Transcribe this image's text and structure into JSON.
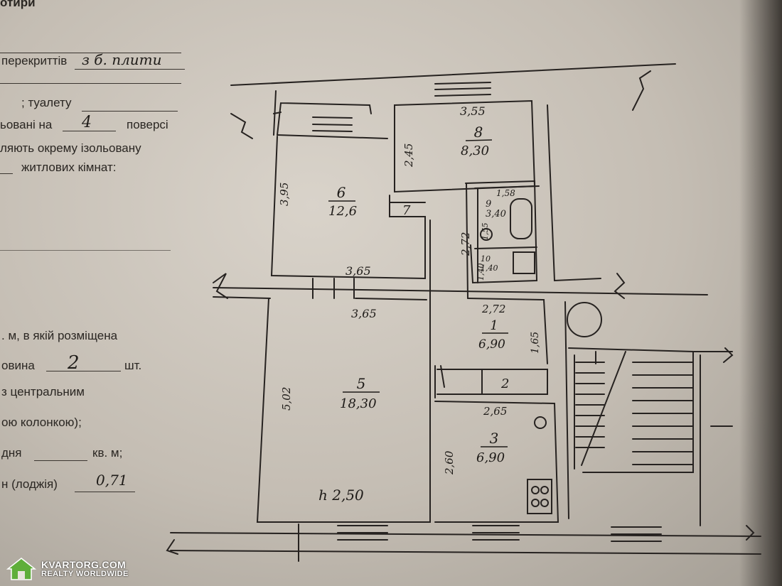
{
  "form": {
    "line_top": "отири",
    "line_overlap_label": "перекриттів",
    "line_overlap_value": "з б. плити",
    "line_toilet_label": "; туалету",
    "line_floor_prefix": "ьовані на",
    "line_floor_value": "4",
    "line_floor_suffix": "поверсі",
    "line_isolated": "ляють окрему ізольовану",
    "line_rooms": "житлових кімнат:",
    "line_area": ". м, в якій розміщена",
    "line_half_prefix": "овина",
    "line_half_value": "2",
    "line_half_suffix": "шт.",
    "line_central": "з центральним",
    "line_column": "ою колонкою);",
    "line_day_prefix": "дня",
    "line_day_suffix": "кв. м;",
    "line_loggia_prefix": "н (лоджія)",
    "line_loggia_value": "0,71"
  },
  "plan": {
    "rooms": [
      {
        "id": "8",
        "area": "8,30",
        "dim_w": "3,55",
        "dim_h": "2,45"
      },
      {
        "id": "6",
        "area": "12,6",
        "dim_w": "3,65",
        "dim_h": "3,95"
      },
      {
        "id": "7"
      },
      {
        "id": "9",
        "area": "3,40",
        "dim_w": "1,58",
        "dim_h": "1,55"
      },
      {
        "id": "10",
        "area": "1,40",
        "dim_w": "1,40"
      },
      {
        "id": "5",
        "area": "18,30",
        "dim_w": "3,65",
        "dim_h": "5,02"
      },
      {
        "id": "1",
        "area": "6,90",
        "dim_w": "2,72",
        "dim_h": "1,65"
      },
      {
        "id": "2"
      },
      {
        "id": "3",
        "area": "6,90",
        "dim_w": "2,65",
        "dim_h": "2,60"
      }
    ],
    "corridor_height": "2,72",
    "ceiling_height": "h 2,50"
  },
  "watermark": {
    "brand": "KVARTORG.COM",
    "tagline": "REALTY WORLDWIDE"
  }
}
